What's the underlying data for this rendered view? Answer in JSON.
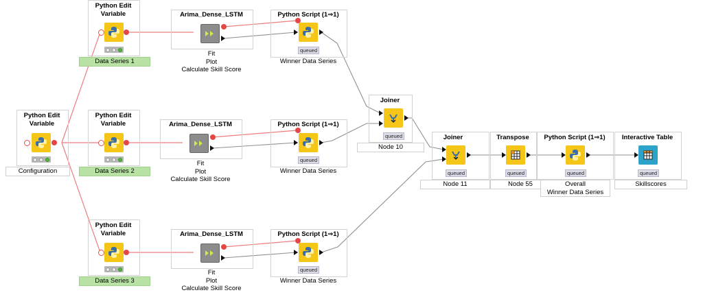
{
  "workflow": {
    "config": {
      "title_l1": "Python Edit",
      "title_l2": "Variable",
      "label": "Configuration"
    },
    "series": [
      {
        "var_title_l1": "Python Edit",
        "var_title_l2": "Variable",
        "var_label": "Data Series 1",
        "meta_title": "Arima_Dense_LSTM",
        "meta_l1": "Fit",
        "meta_l2": "Plot",
        "meta_l3": "Calculate Skill Score",
        "script_title": "Python Script (1⇒1)",
        "script_status": "queued",
        "script_label": "Winner Data Series"
      },
      {
        "var_title_l1": "Python Edit",
        "var_title_l2": "Variable",
        "var_label": "Data Series 2",
        "meta_title": "Arima_Dense_LSTM",
        "meta_l1": "Fit",
        "meta_l2": "Plot",
        "meta_l3": "Calculate Skill Score",
        "script_title": "Python Script (1⇒1)",
        "script_status": "queued",
        "script_label": "Winner Data Series"
      },
      {
        "var_title_l1": "Python Edit",
        "var_title_l2": "Variable",
        "var_label": "Data Series 3",
        "meta_title": "Arima_Dense_LSTM",
        "meta_l1": "Fit",
        "meta_l2": "Plot",
        "meta_l3": "Calculate Skill Score",
        "script_title": "Python Script (1⇒1)",
        "script_status": "queued",
        "script_label": "Winner Data Series"
      }
    ],
    "joiner1": {
      "title": "Joiner",
      "status": "queued",
      "label": "Node 10"
    },
    "joiner2": {
      "title": "Joiner",
      "status": "queued",
      "label": "Node 11"
    },
    "transpose": {
      "title": "Transpose",
      "status": "queued",
      "label": "Node 55"
    },
    "final_script": {
      "title": "Python Script (1⇒1)",
      "status": "queued",
      "label_l1": "Overall",
      "label_l2": "Winner Data Series"
    },
    "table": {
      "title": "Interactive Table",
      "status": "queued",
      "label": "Skillscores"
    }
  },
  "colors": {
    "flow_variable": "#e54646",
    "data_connection": "#8a8a8a",
    "python_node": "#f5c518",
    "view_node": "#2ea3c9",
    "metanode": "#8c8c8c",
    "annotation_green": "#b9e3a5"
  },
  "icons": {
    "python": "python-logo-icon",
    "metanode": "metanode-arrows-icon",
    "joiner": "joiner-icon",
    "transpose": "transpose-grid-icon",
    "table": "table-icon"
  }
}
